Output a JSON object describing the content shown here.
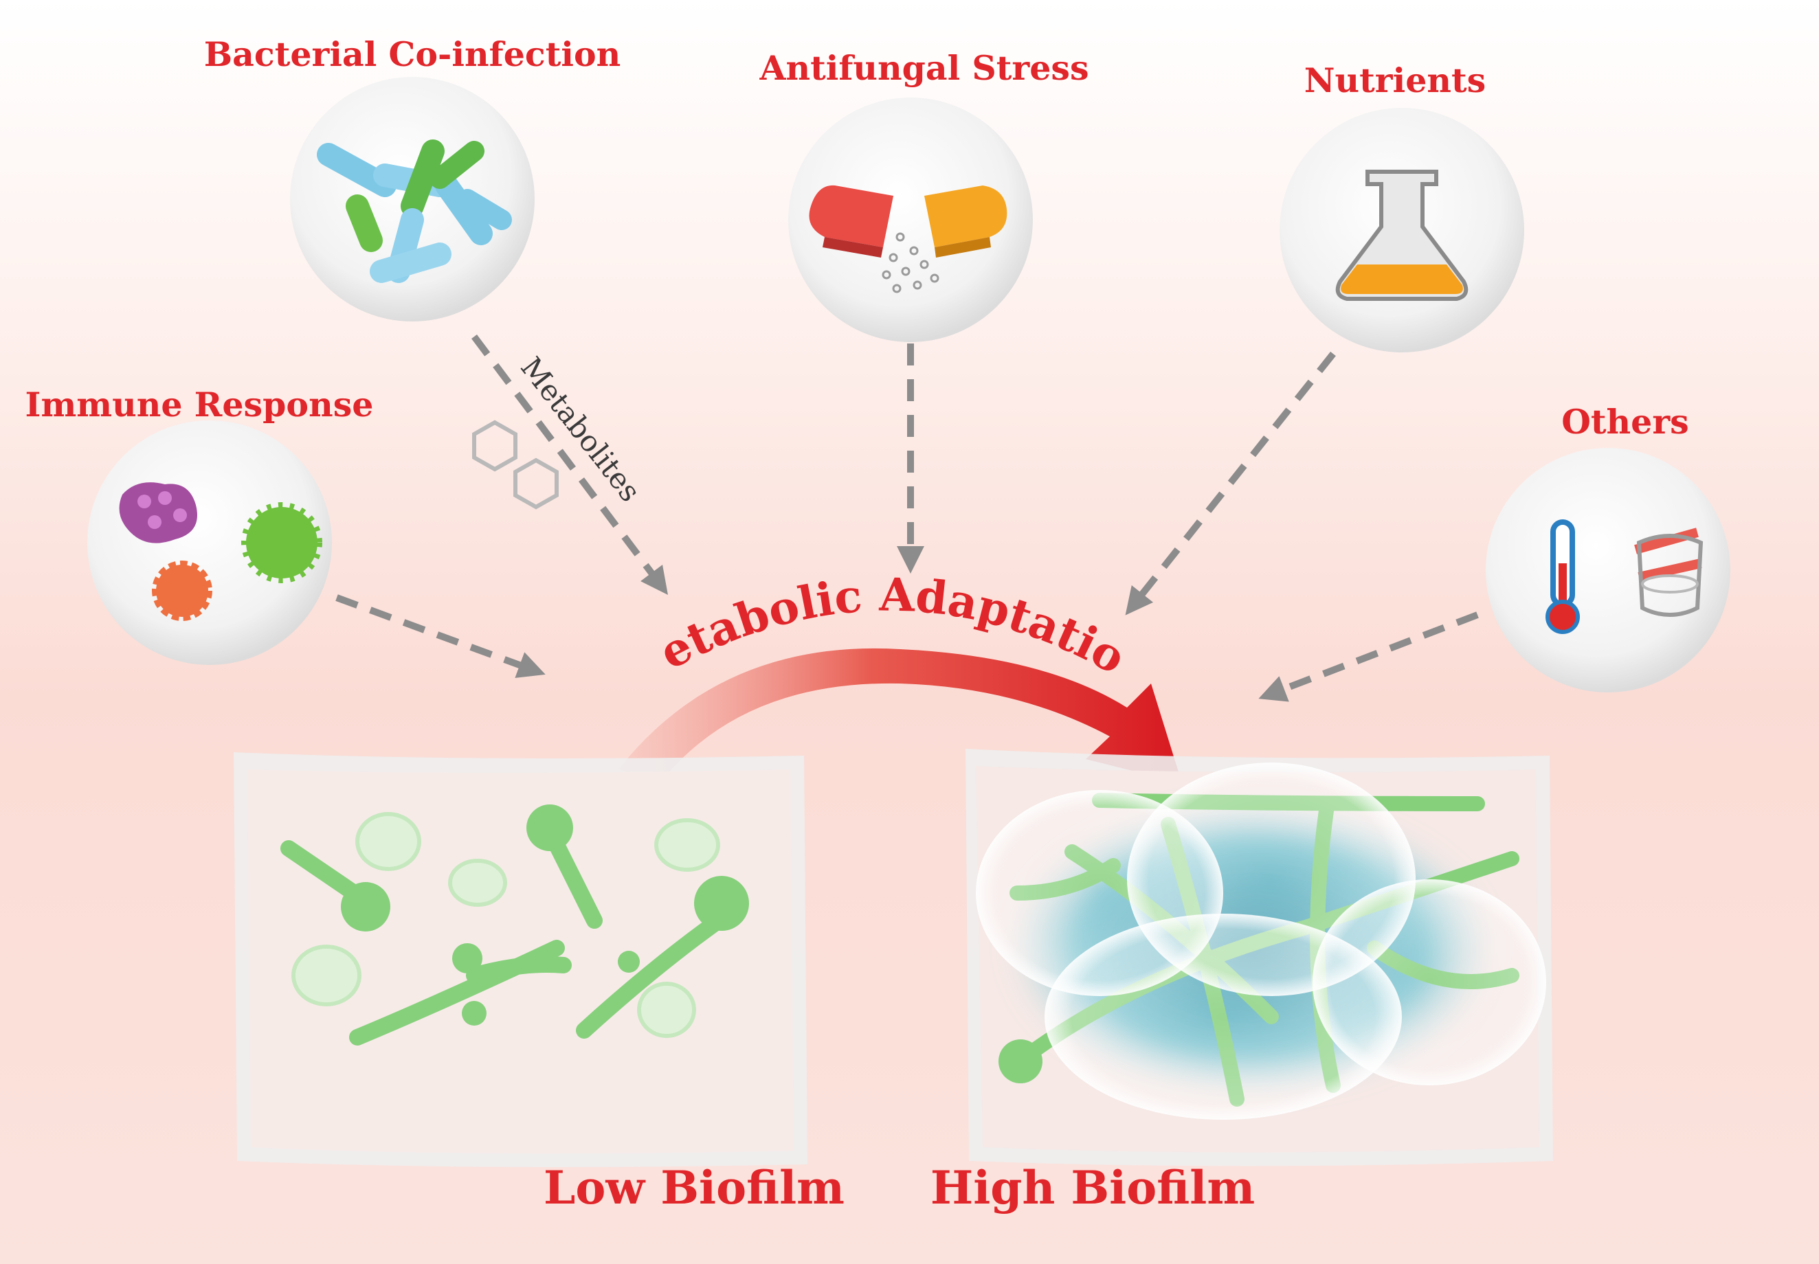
{
  "factors": {
    "bacterial": "Bacterial Co-infection",
    "antifungal": "Antifungal Stress",
    "nutrients": "Nutrients",
    "immune": "Immune Response",
    "others": "Others"
  },
  "metabolites_label": "Metabolites",
  "central_label": "Metabolic Adaptation",
  "biofilm": {
    "low": "Low Biofilm",
    "high": "High Biofilm"
  },
  "colors": {
    "label_red": "#e0262a",
    "arrow_red": "#d71920",
    "dash_gray": "#8c8c8c",
    "hypha_green": "#8fd38a",
    "matrix_blue": "#4fb6c8"
  }
}
